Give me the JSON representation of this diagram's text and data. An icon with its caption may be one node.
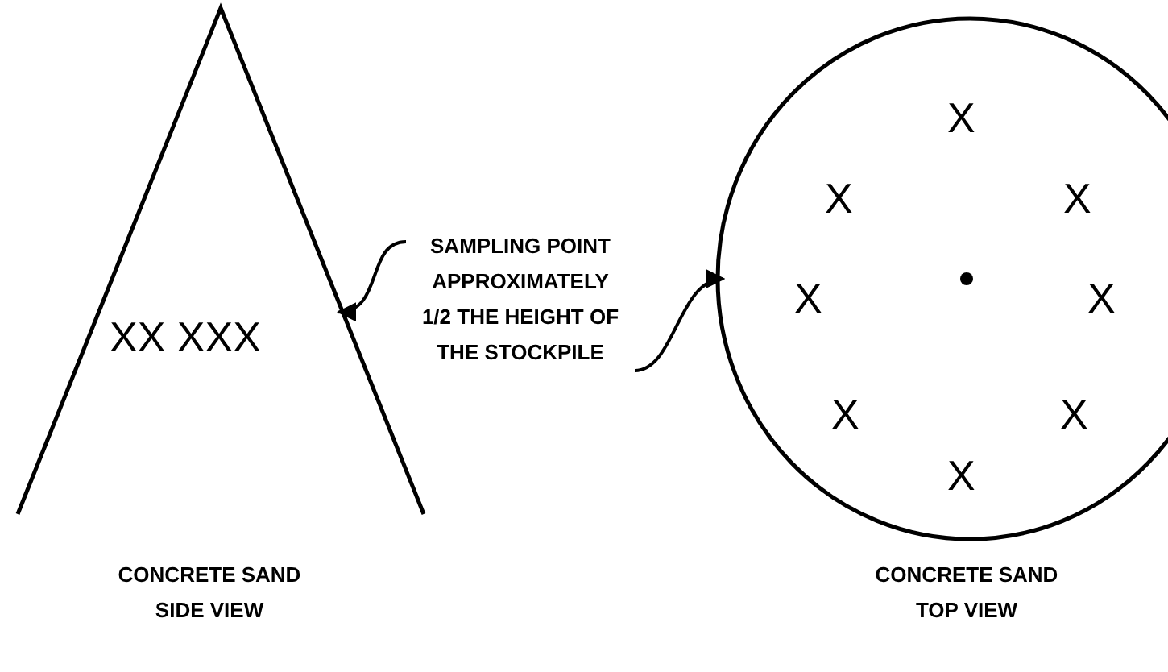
{
  "diagram": {
    "nodes": [
      {
        "text": [],
        "shape": "triangle",
        "beside": [
          "CONCRETE SAND SIDE VIEW"
        ]
      },
      {
        "text": [
          "SAMPLING POINT APPROXIMATELY 1/2 THE HEIGHT OF THE STOCKPILE"
        ]
      },
      {
        "text": [],
        "shape": "circle",
        "beside": [
          "CONCRETE SAND TOP VIEW"
        ]
      }
    ],
    "edges": [
      {
        "from": 1,
        "to": 0,
        "arrow": "to"
      },
      {
        "from": 1,
        "to": 2,
        "arrow": "to"
      }
    ],
    "labels": [
      "XX XXX",
      "X",
      "X",
      "X",
      "X",
      "X",
      "X",
      "X",
      "X"
    ]
  }
}
